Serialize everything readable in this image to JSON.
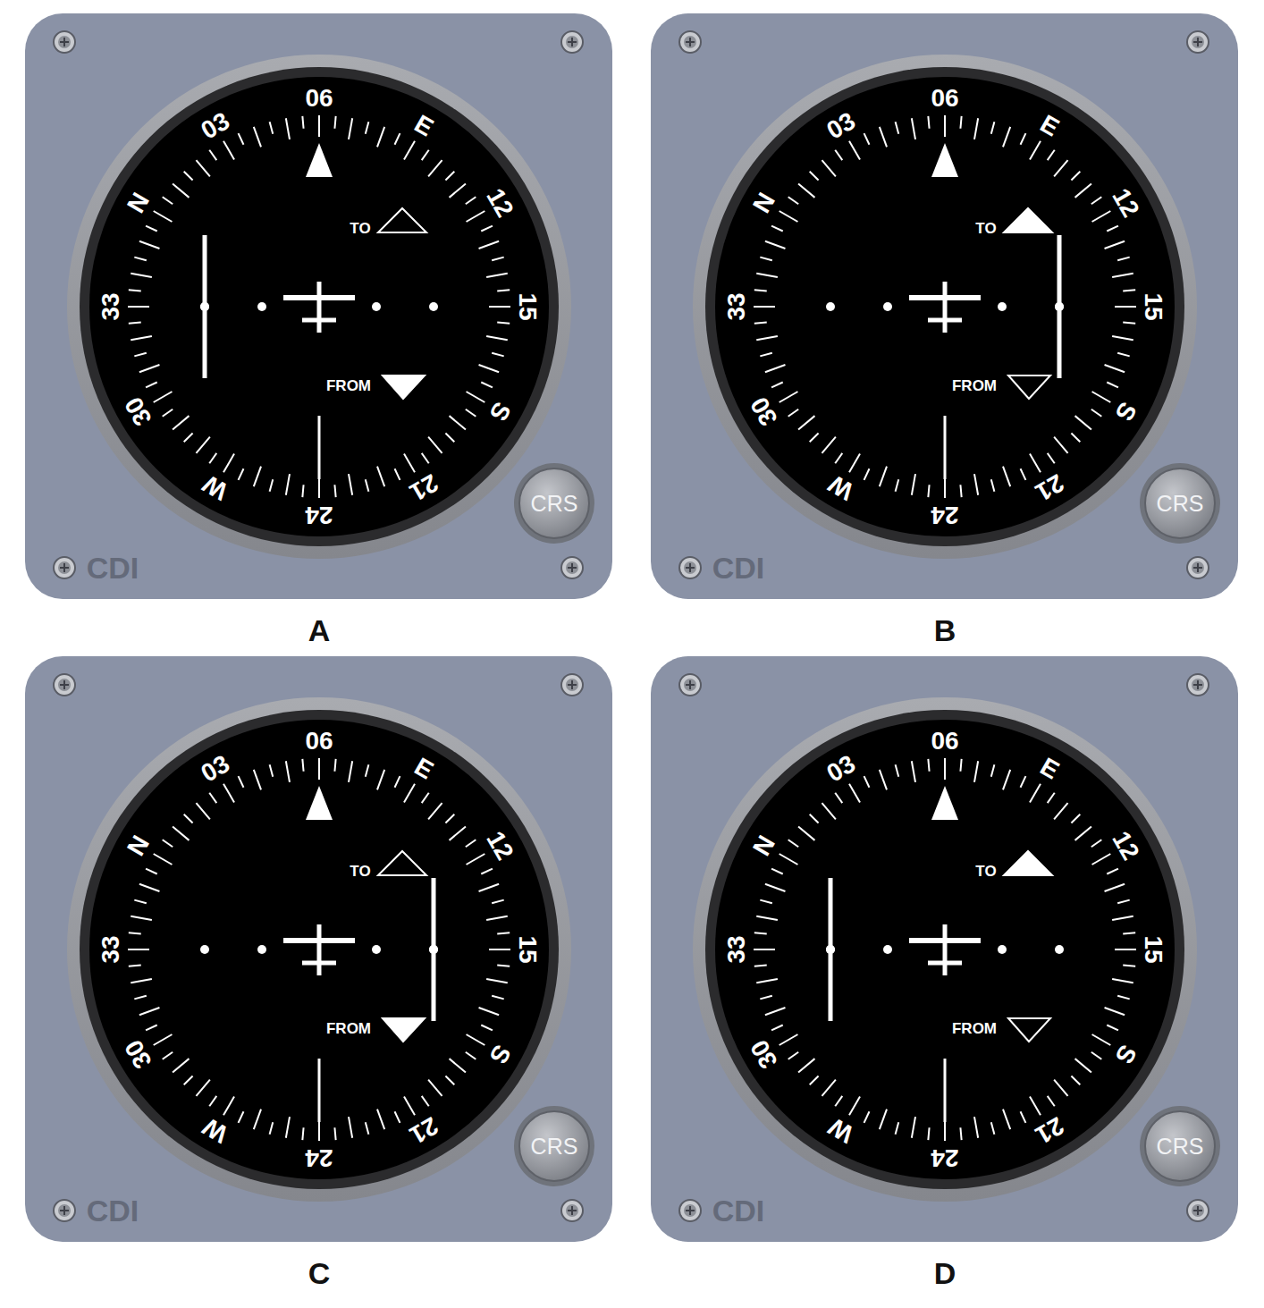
{
  "diagram": {
    "labels": [
      "06",
      "03",
      "E",
      "12",
      "N",
      "15",
      "33",
      "S",
      "30",
      "21",
      "W",
      "24",
      "TO",
      "FROM",
      "CRS",
      "CDI",
      "A",
      "06",
      "03",
      "E",
      "12",
      "N",
      "15",
      "33",
      "S",
      "30",
      "21",
      "W",
      "24",
      "TO",
      "FROM",
      "CRS",
      "CDI",
      "B",
      "06",
      "03",
      "E",
      "12",
      "N",
      "15",
      "33",
      "S",
      "30",
      "21",
      "W",
      "24",
      "TO",
      "FROM",
      "CRS",
      "CDI",
      "C",
      "06",
      "03",
      "E",
      "12",
      "N",
      "15",
      "33",
      "S",
      "30",
      "21",
      "W",
      "24",
      "TO",
      "FROM",
      "CRS",
      "CDI",
      "D"
    ]
  }
}
